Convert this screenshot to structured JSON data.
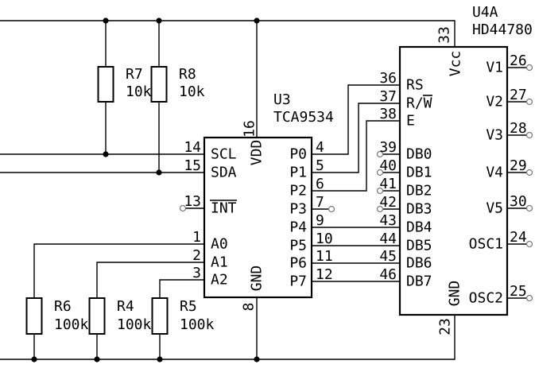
{
  "colors": {
    "background": "#ffffff",
    "stroke": "#000000",
    "no_connect": "#7d7d7d"
  },
  "u3": {
    "ref": "U3",
    "part": "TCA9534",
    "pins": {
      "scl": {
        "num": "14",
        "name": "SCL"
      },
      "sda": {
        "num": "15",
        "name": "SDA"
      },
      "int": {
        "num": "13",
        "name": "INT"
      },
      "a0": {
        "num": "1",
        "name": "A0"
      },
      "a1": {
        "num": "2",
        "name": "A1"
      },
      "a2": {
        "num": "3",
        "name": "A2"
      },
      "vdd": {
        "num": "16",
        "name": "VDD"
      },
      "gnd": {
        "num": "8",
        "name": "GND"
      },
      "p0": {
        "num": "4",
        "name": "P0"
      },
      "p1": {
        "num": "5",
        "name": "P1"
      },
      "p2": {
        "num": "6",
        "name": "P2"
      },
      "p3": {
        "num": "7",
        "name": "P3"
      },
      "p4": {
        "num": "9",
        "name": "P4"
      },
      "p5": {
        "num": "10",
        "name": "P5"
      },
      "p6": {
        "num": "11",
        "name": "P6"
      },
      "p7": {
        "num": "12",
        "name": "P7"
      }
    }
  },
  "u4": {
    "ref": "U4A",
    "part": "HD44780",
    "pins": {
      "vcc": {
        "num": "33",
        "name": "Vcc"
      },
      "gnd": {
        "num": "23",
        "name": "GND"
      },
      "rs": {
        "num": "36",
        "name": "RS"
      },
      "rw": {
        "num": "37",
        "name": "R/W"
      },
      "e": {
        "num": "38",
        "name": "E"
      },
      "db0": {
        "num": "39",
        "name": "DB0"
      },
      "db1": {
        "num": "40",
        "name": "DB1"
      },
      "db2": {
        "num": "41",
        "name": "DB2"
      },
      "db3": {
        "num": "42",
        "name": "DB3"
      },
      "db4": {
        "num": "43",
        "name": "DB4"
      },
      "db5": {
        "num": "44",
        "name": "DB5"
      },
      "db6": {
        "num": "45",
        "name": "DB6"
      },
      "db7": {
        "num": "46",
        "name": "DB7"
      },
      "v1": {
        "num": "26",
        "name": "V1"
      },
      "v2": {
        "num": "27",
        "name": "V2"
      },
      "v3": {
        "num": "28",
        "name": "V3"
      },
      "v4": {
        "num": "29",
        "name": "V4"
      },
      "v5": {
        "num": "30",
        "name": "V5"
      },
      "osc1": {
        "num": "24",
        "name": "OSC1"
      },
      "osc2": {
        "num": "25",
        "name": "OSC2"
      }
    }
  },
  "resistors": {
    "r7": {
      "ref": "R7",
      "value": "10k"
    },
    "r8": {
      "ref": "R8",
      "value": "10k"
    },
    "r6": {
      "ref": "R6",
      "value": "100k"
    },
    "r4": {
      "ref": "R4",
      "value": "100k"
    },
    "r5": {
      "ref": "R5",
      "value": "100k"
    }
  }
}
